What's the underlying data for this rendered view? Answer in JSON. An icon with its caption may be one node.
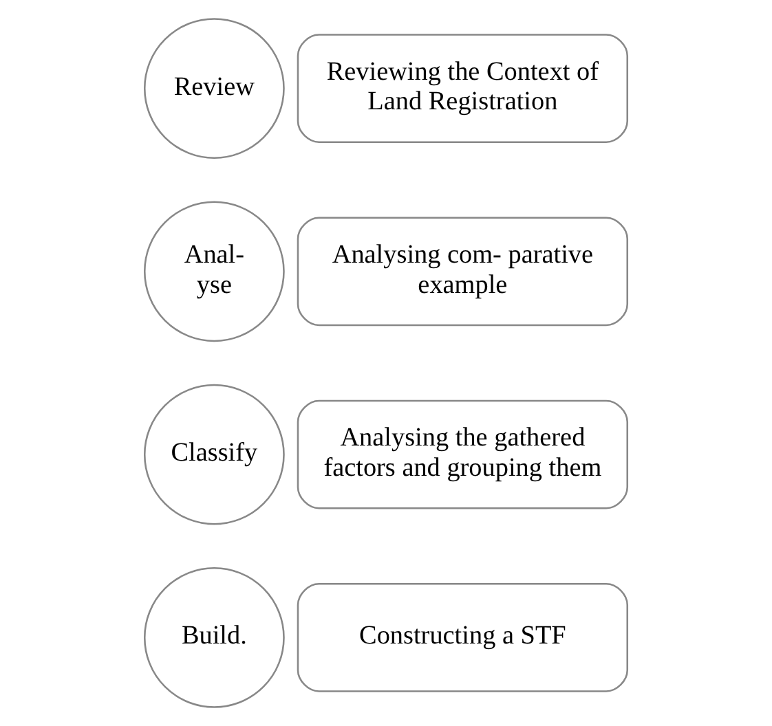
{
  "diagram": {
    "nodes": [
      {
        "text": [
          "Review"
        ]
      },
      {
        "text": [
          "Reviewing the Context of Land Registration"
        ]
      },
      {
        "text": [
          "Anal- yse"
        ]
      },
      {
        "text": [
          "Analysing com- parative example"
        ]
      },
      {
        "text": [
          "Classify"
        ]
      },
      {
        "text": [
          "Analysing the gathered factors and grouping them"
        ]
      },
      {
        "text": [
          "Build."
        ]
      },
      {
        "text": [
          "Constructing a STF"
        ]
      }
    ]
  }
}
